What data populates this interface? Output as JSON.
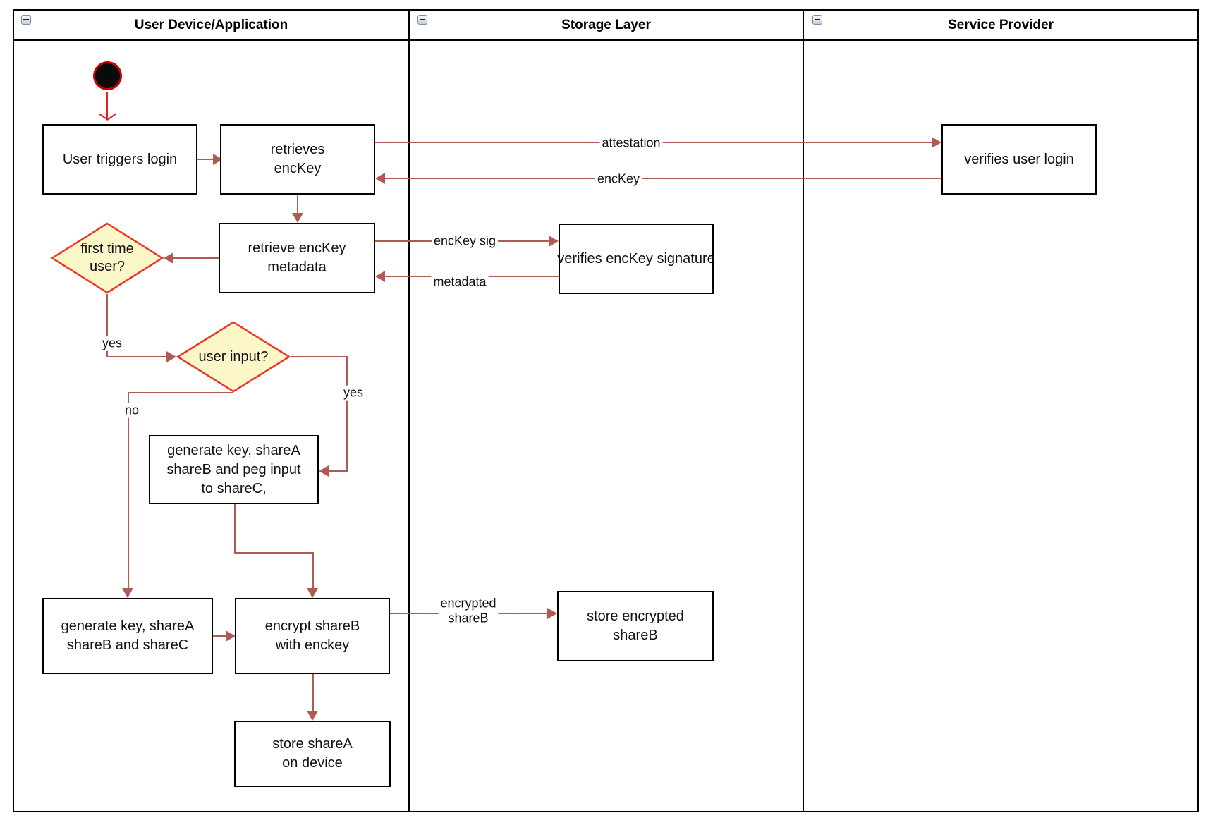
{
  "lanes": [
    {
      "title": "User Device/Application",
      "collapse_icon": "minus"
    },
    {
      "title": "Storage Layer",
      "collapse_icon": "minus"
    },
    {
      "title": "Service Provider",
      "collapse_icon": "minus"
    }
  ],
  "nodes": {
    "user_triggers_login": "User triggers login",
    "retrieves_enckey": "retrieves\nencKey",
    "verifies_user_login": "verifies user login",
    "retrieve_enckey_metadata": "retrieve encKey\nmetadata",
    "verifies_enckey_signature": "verifies encKey signature",
    "first_time_user": "first time\nuser?",
    "user_input": "user input?",
    "generate_key_peg_input": "generate key, shareA\nshareB and peg input\nto shareC,",
    "generate_key_sharec": "generate key, shareA\nshareB and shareC",
    "encrypt_shareb": "encrypt shareB\nwith enckey",
    "store_encrypted_shareb": "store encrypted\nshareB",
    "store_sharea": "store shareA\non device"
  },
  "edge_labels": {
    "attestation": "attestation",
    "enckey": "encKey",
    "enckey_sig": "encKey sig",
    "metadata": "metadata",
    "yes_first_time": "yes",
    "yes_user_input": "yes",
    "no_user_input": "no",
    "encrypted_shareb": "encrypted\nshareB"
  },
  "colors": {
    "connector": "#AF5B53",
    "start_arrow": "#E81D1D",
    "decision_fill": "#FBF7C8",
    "decision_stroke": "#EE3524",
    "shape_border": "#000000",
    "start_circle_fill": "#0A0A0A",
    "start_circle_border": "#CC0000"
  }
}
